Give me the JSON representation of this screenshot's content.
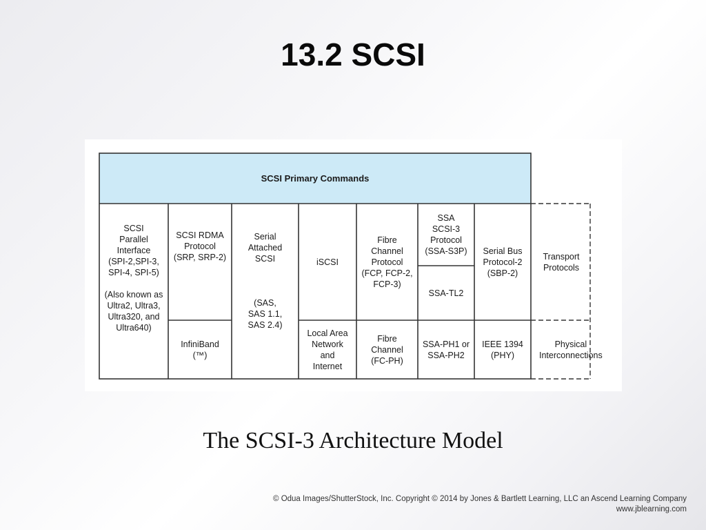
{
  "slide": {
    "title": "13.2 SCSI",
    "caption": "The SCSI-3 Architecture Model",
    "credit_line1": "© Odua Images/ShutterStock, Inc. Copyright © 2014 by Jones & Bartlett Learning, LLC an Ascend Learning Company",
    "credit_line2": "www.jblearning.com"
  },
  "diagram": {
    "colors": {
      "header_fill": "#cdeaf7",
      "line": "#333333"
    },
    "header": "SCSI Primary Commands",
    "cells": {
      "spi": "SCSI\nParallel\nInterface\n(SPI-2,SPI-3,\nSPI-4, SPI-5)\n\n(Also known as\nUltra2, Ultra3,\nUltra320, and\nUltra640)",
      "srp": "SCSI RDMA\nProtocol\n(SRP, SRP-2)",
      "infiniband": "InfiniBand\n(™)",
      "sas": "Serial\nAttached\nSCSI\n\n\n\n(SAS,\nSAS 1.1,\nSAS 2.4)",
      "iscsi": "iSCSI",
      "lan": "Local Area\nNetwork\nand\nInternet",
      "fcp": "Fibre\nChannel\nProtocol\n(FCP, FCP-2,\nFCP-3)",
      "fcph": "Fibre\nChannel\n(FC-PH)",
      "ssa_s3p": "SSA\nSCSI-3\nProtocol\n(SSA-S3P)",
      "ssa_tl2": "SSA-TL2",
      "ssa_ph": "SSA-PH1 or\nSSA-PH2",
      "sbp": "Serial Bus\nProtocol-2\n(SBP-2)",
      "ieee": "IEEE 1394\n(PHY)"
    },
    "side_labels": {
      "transport": "Transport\nProtocols",
      "physical": "Physical\nInterconnections"
    }
  }
}
